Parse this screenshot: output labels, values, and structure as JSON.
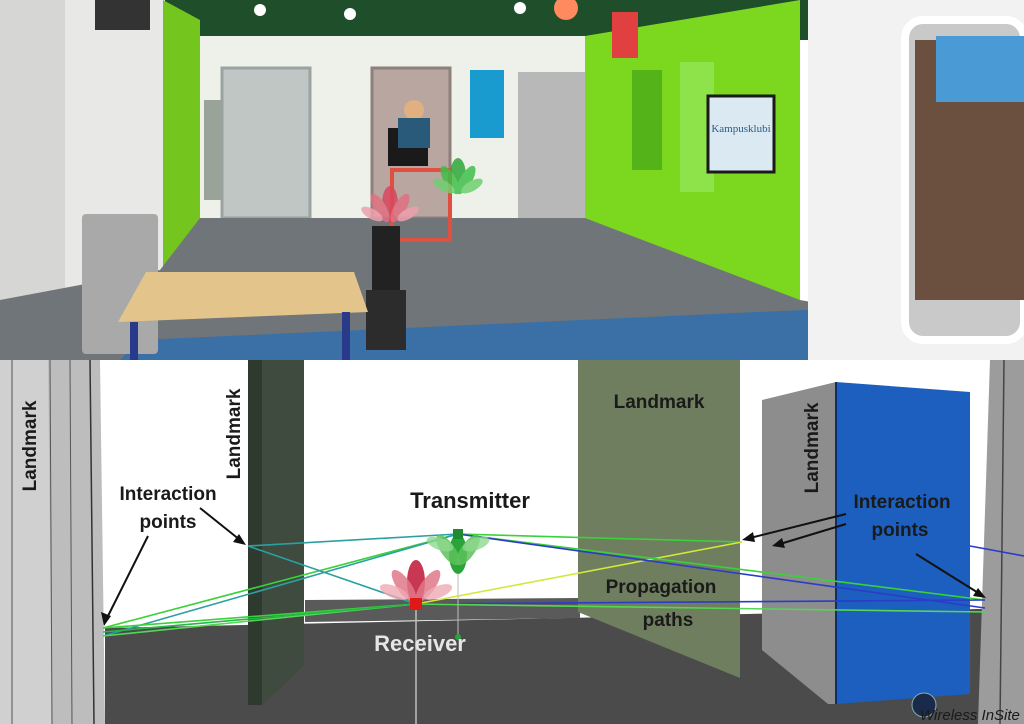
{
  "photo": {
    "sign_text": "Kampusklubi"
  },
  "scene": {
    "labels": {
      "landmark": "Landmark",
      "interaction_points": "Interaction points",
      "interaction_line1": "Interaction",
      "interaction_line2": "points",
      "transmitter": "Transmitter",
      "receiver": "Receiver",
      "propagation_line1": "Propagation",
      "propagation_line2": "paths"
    },
    "watermark": "Wireless InSite"
  },
  "colors": {
    "wall_green": "#7bd81e",
    "floor_photo": "#6f7579",
    "floor_scene": "#4b4b4b",
    "landmark_olive": "#6f7e5f",
    "landmark_dark": "#2f3a2f",
    "landmark_blue": "#1c5fbf",
    "ray_green": "#3ad13a",
    "ray_yellow": "#d4e83a",
    "ray_blue": "#2a3cc8",
    "tx_green": "#29a33a",
    "rx_red": "#d9485e"
  }
}
